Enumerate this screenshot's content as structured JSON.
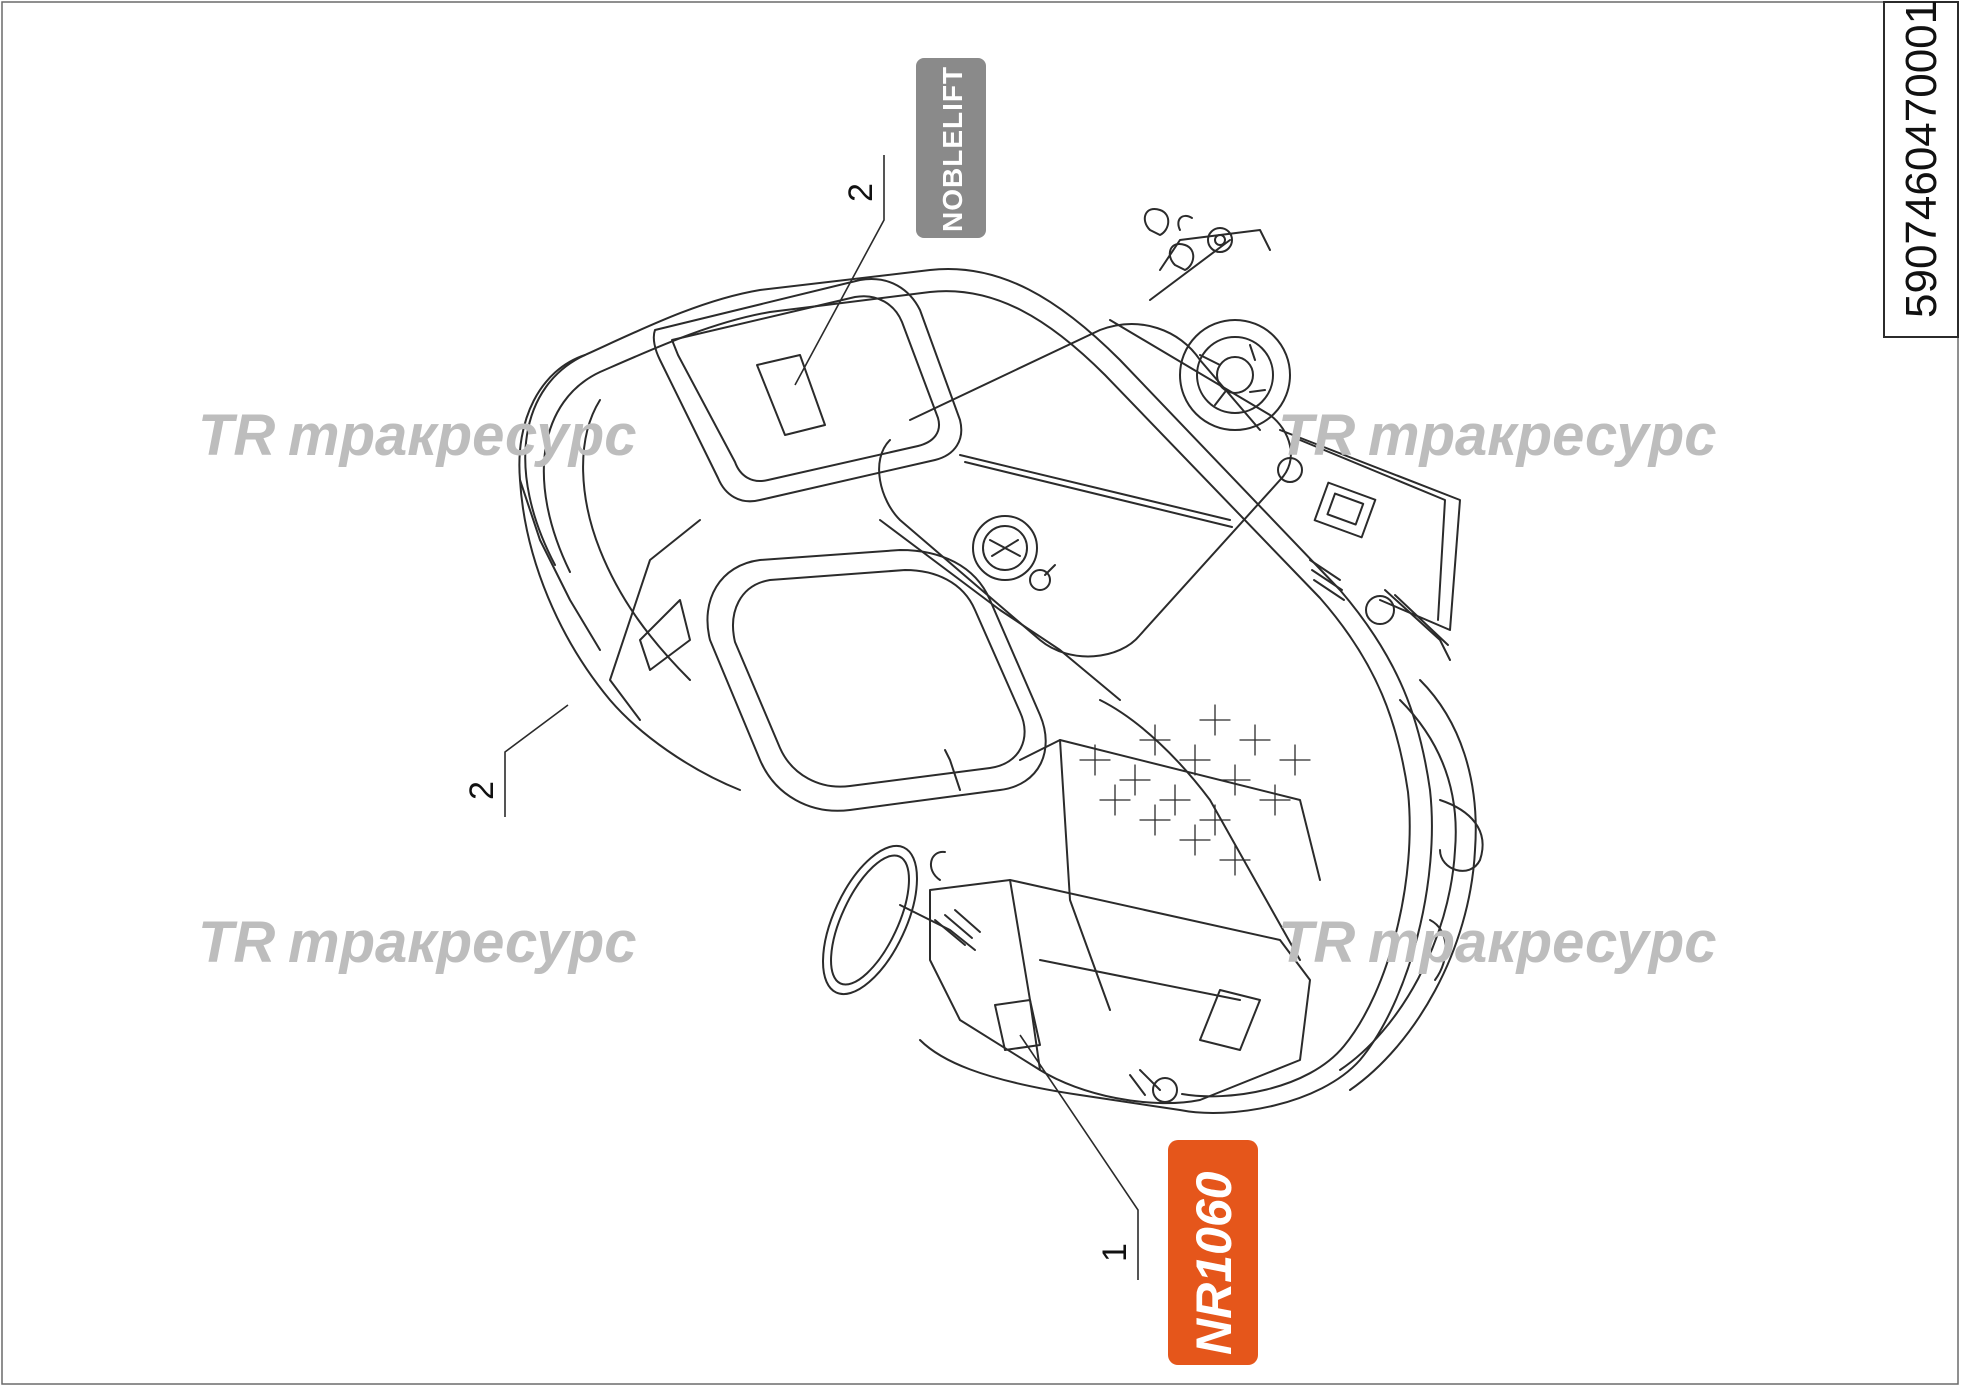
{
  "drawing": {
    "part_number": "5907460470001"
  },
  "callouts": [
    {
      "number": "2"
    },
    {
      "number": "2"
    },
    {
      "number": "1"
    }
  ],
  "decals": {
    "brand": "NOBLELIFT",
    "model": "NR1060"
  },
  "watermarks": [
    {
      "logo": "TR",
      "text": "тракресурс"
    },
    {
      "logo": "TR",
      "text": "тракресурс"
    },
    {
      "logo": "TR",
      "text": "тракресурс"
    },
    {
      "logo": "TR",
      "text": "тракресурс"
    }
  ],
  "colors": {
    "line": "#2b2b2b",
    "decal_gray": "#8a8a8a",
    "decal_orange": "#e5561b",
    "watermark": "#bdbdbd"
  }
}
